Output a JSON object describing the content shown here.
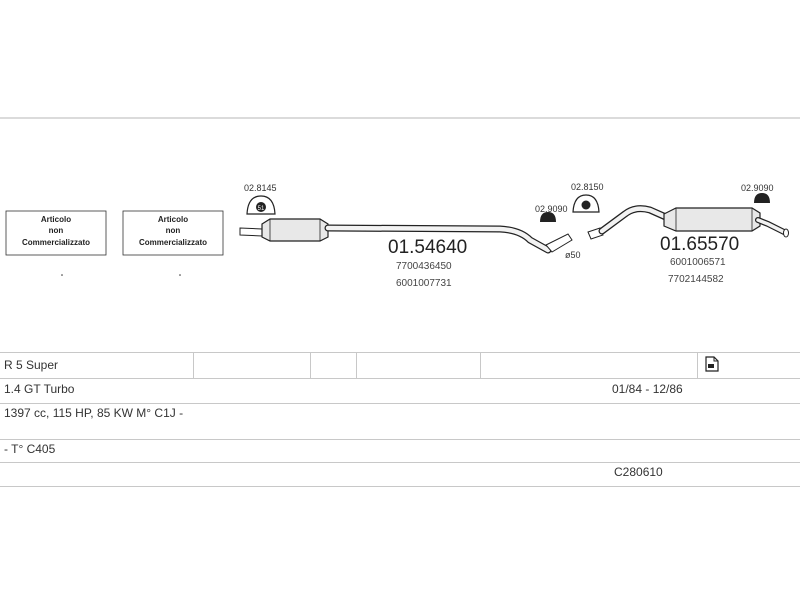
{
  "boxes": [
    {
      "line1": "Articolo",
      "line2": "non",
      "line3": "Commercializzato"
    },
    {
      "line1": "Articolo",
      "line2": "non",
      "line3": "Commercializzato"
    }
  ],
  "parts": {
    "clamp_1": "02.8145",
    "front_pipe": {
      "code": "01.54640",
      "ref1": "7700436450",
      "ref2": "6001007731"
    },
    "clamp_2": "02.9090",
    "clamp_3": "02.8150",
    "diameter": "ø50",
    "rear_silencer": {
      "code": "01.65570",
      "ref1": "6001006571",
      "ref2": "7702144582"
    },
    "clamp_4": "02.9090"
  },
  "info": {
    "model": "R 5 Super",
    "version": "1.4 GT Turbo",
    "period": "01/84 - 12/86",
    "engine": "1397 cc, 115 HP, 85 KW M° C1J -",
    "type": "- T° C405",
    "code": "C280610"
  }
}
